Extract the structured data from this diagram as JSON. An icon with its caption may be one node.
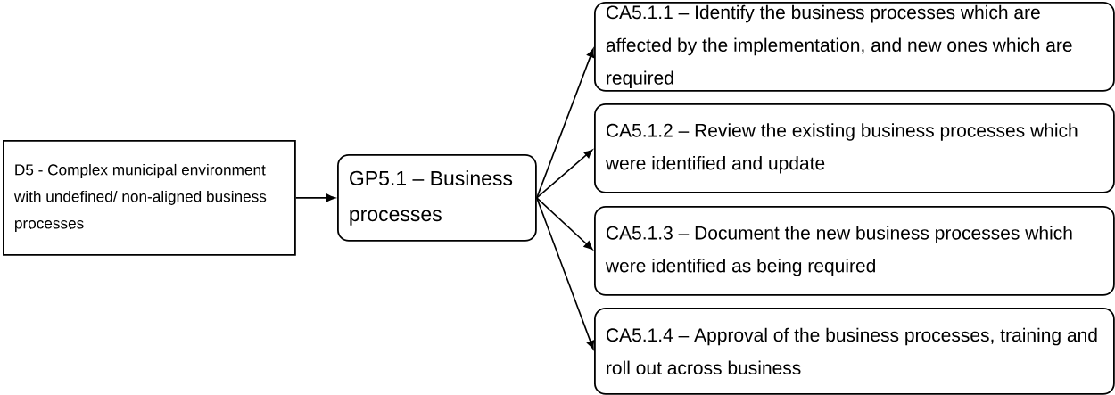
{
  "diagram": {
    "nodes": [
      {
        "text": [
          "D5 - Complex municipal environment with undefined/ non-aligned business processes"
        ]
      },
      {
        "text": [
          "GP5.1 – Business processes"
        ]
      },
      {
        "text": [
          "CA5.1.1 – Identify the business processes which are affected by the implementation, and new ones which are required"
        ]
      },
      {
        "text": [
          "CA5.1.2 – Review the existing business processes which were identified and update"
        ]
      },
      {
        "text": [
          "CA5.1.3 – Document the new business processes which were identified as being required"
        ]
      },
      {
        "text": [
          "CA5.1.4 – Approval of the business processes, training and roll out across business"
        ]
      }
    ],
    "edges": [
      {
        "from": 0,
        "to": 1,
        "arrow": "to"
      },
      {
        "from": 1,
        "to": 2,
        "arrow": "to"
      },
      {
        "from": 1,
        "to": 3,
        "arrow": "to"
      },
      {
        "from": 1,
        "to": 4,
        "arrow": "to"
      },
      {
        "from": 1,
        "to": 5,
        "arrow": "to"
      }
    ]
  }
}
